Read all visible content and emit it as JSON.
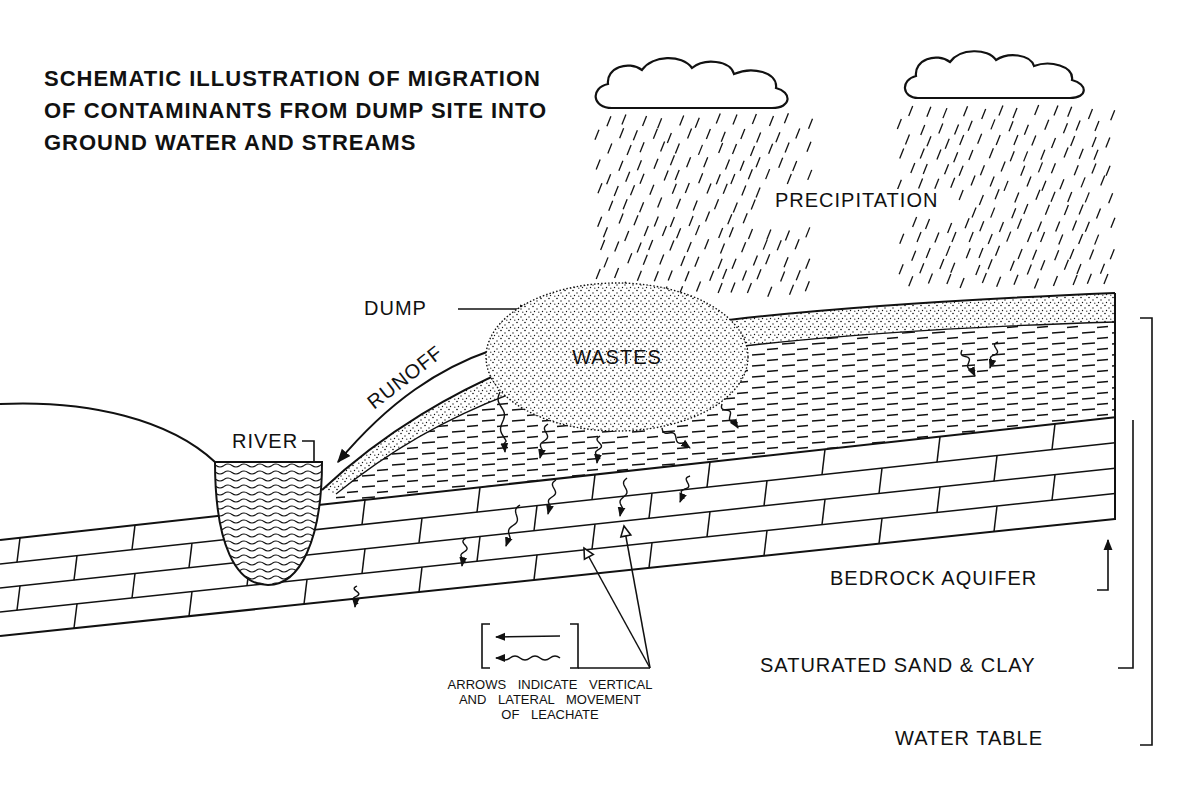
{
  "diagram": {
    "title": "SCHEMATIC ILLUSTRATION OF MIGRATION OF CONTAMINANTS FROM DUMP SITE INTO GROUND WATER AND STREAMS",
    "nodes": [
      {
        "text": [
          "WASTES"
        ]
      }
    ],
    "labels": [
      "PRECIPITATION",
      "DUMP",
      "RUNOFF",
      "RIVER",
      "ARROWS INDICATE VERTICAL AND LATERAL MOVEMENT OF LEACHATE",
      "BEDROCK AQUIFER",
      "SATURATED SAND & CLAY",
      "WATER TABLE"
    ]
  }
}
